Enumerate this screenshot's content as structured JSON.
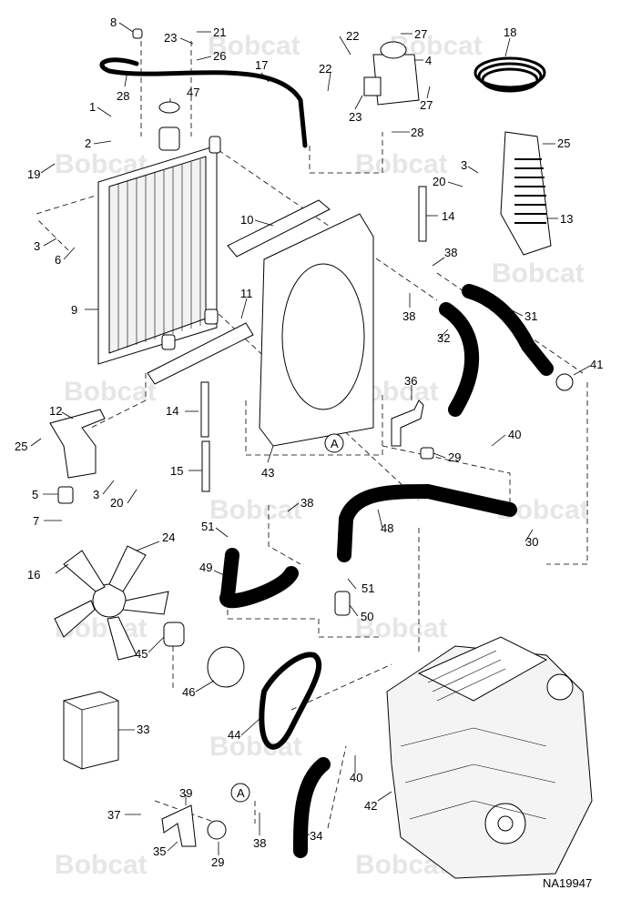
{
  "watermark": "Bobcat",
  "drawing_id": "NA19947",
  "section_marker": "A",
  "callouts": [
    {
      "key": "c8",
      "label": "8"
    },
    {
      "key": "c21",
      "label": "21"
    },
    {
      "key": "c23a",
      "label": "23"
    },
    {
      "key": "c26",
      "label": "26"
    },
    {
      "key": "c17",
      "label": "17"
    },
    {
      "key": "c28a",
      "label": "28"
    },
    {
      "key": "c47",
      "label": "47"
    },
    {
      "key": "c1",
      "label": "1"
    },
    {
      "key": "c2",
      "label": "2"
    },
    {
      "key": "c19",
      "label": "19"
    },
    {
      "key": "c3a",
      "label": "3"
    },
    {
      "key": "c6",
      "label": "6"
    },
    {
      "key": "c9",
      "label": "9"
    },
    {
      "key": "c10",
      "label": "10"
    },
    {
      "key": "c11",
      "label": "11"
    },
    {
      "key": "c12",
      "label": "12"
    },
    {
      "key": "c25a",
      "label": "25"
    },
    {
      "key": "c5",
      "label": "5"
    },
    {
      "key": "c3b",
      "label": "3"
    },
    {
      "key": "c20a",
      "label": "20"
    },
    {
      "key": "c7",
      "label": "7"
    },
    {
      "key": "c14a",
      "label": "14"
    },
    {
      "key": "c15",
      "label": "15"
    },
    {
      "key": "c43",
      "label": "43"
    },
    {
      "key": "c22a",
      "label": "22"
    },
    {
      "key": "c27a",
      "label": "27"
    },
    {
      "key": "c4",
      "label": "4"
    },
    {
      "key": "c22b",
      "label": "22"
    },
    {
      "key": "c23b",
      "label": "23"
    },
    {
      "key": "c27b",
      "label": "27"
    },
    {
      "key": "c28b",
      "label": "28"
    },
    {
      "key": "c18",
      "label": "18"
    },
    {
      "key": "c25b",
      "label": "25"
    },
    {
      "key": "c3c",
      "label": "3"
    },
    {
      "key": "c20b",
      "label": "20"
    },
    {
      "key": "c13",
      "label": "13"
    },
    {
      "key": "c14b",
      "label": "14"
    },
    {
      "key": "c38a",
      "label": "38"
    },
    {
      "key": "c38b",
      "label": "38"
    },
    {
      "key": "c31",
      "label": "31"
    },
    {
      "key": "c32",
      "label": "32"
    },
    {
      "key": "c41",
      "label": "41"
    },
    {
      "key": "c36",
      "label": "36"
    },
    {
      "key": "c40a",
      "label": "40"
    },
    {
      "key": "c29a",
      "label": "29"
    },
    {
      "key": "c24",
      "label": "24"
    },
    {
      "key": "c16",
      "label": "16"
    },
    {
      "key": "c38c",
      "label": "38"
    },
    {
      "key": "c51a",
      "label": "51"
    },
    {
      "key": "c49",
      "label": "49"
    },
    {
      "key": "c48",
      "label": "48"
    },
    {
      "key": "c30",
      "label": "30"
    },
    {
      "key": "c51b",
      "label": "51"
    },
    {
      "key": "c50",
      "label": "50"
    },
    {
      "key": "c45",
      "label": "45"
    },
    {
      "key": "c46",
      "label": "46"
    },
    {
      "key": "c33",
      "label": "33"
    },
    {
      "key": "c44",
      "label": "44"
    },
    {
      "key": "c40b",
      "label": "40"
    },
    {
      "key": "c42",
      "label": "42"
    },
    {
      "key": "c39",
      "label": "39"
    },
    {
      "key": "c37",
      "label": "37"
    },
    {
      "key": "c35",
      "label": "35"
    },
    {
      "key": "c29b",
      "label": "29"
    },
    {
      "key": "c38d",
      "label": "38"
    },
    {
      "key": "c34",
      "label": "34"
    }
  ]
}
